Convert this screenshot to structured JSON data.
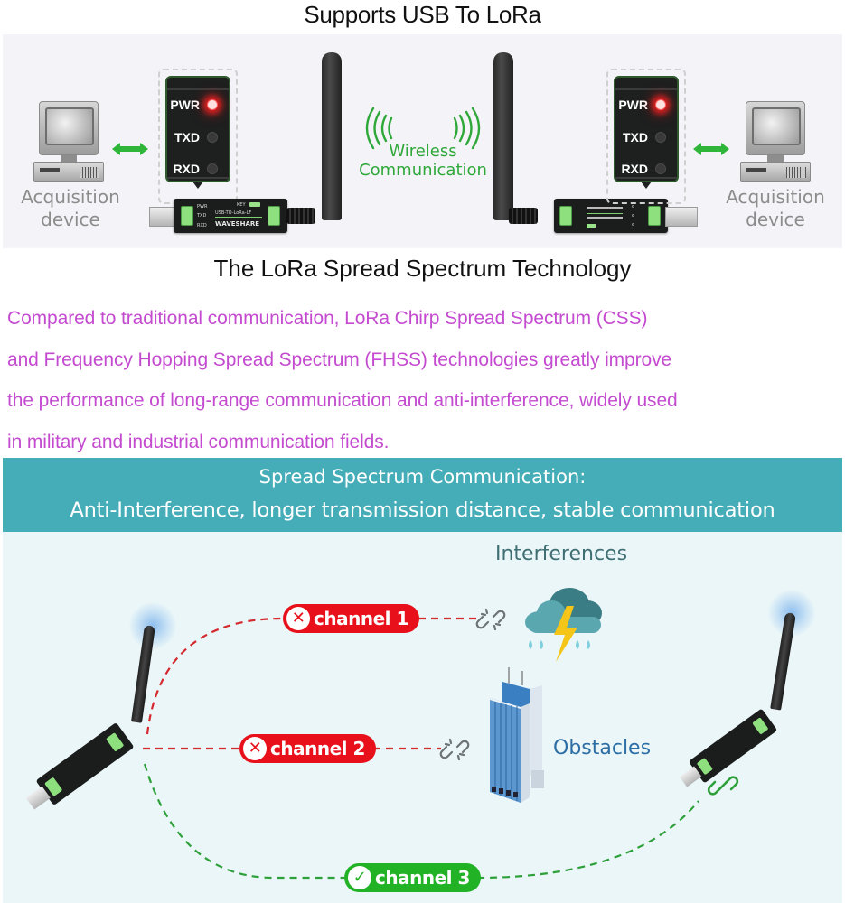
{
  "top_section": {
    "title": "Supports USB To LoRa",
    "left_device": {
      "label_line1": "Acquisition",
      "label_line2": "device",
      "indicators": [
        {
          "label": "PWR",
          "state": "on"
        },
        {
          "label": "TXD",
          "state": "off"
        },
        {
          "label": "RXD",
          "state": "off"
        }
      ],
      "dongle": {
        "model": "USB-TO-LoRa-LF",
        "brand": "WAVESHARE",
        "pin_labels": [
          "PWR",
          "TXD",
          "RXD"
        ],
        "key_label": "KEY"
      }
    },
    "right_device": {
      "label_line1": "Acquisition",
      "label_line2": "device",
      "indicators": [
        {
          "label": "PWR",
          "state": "on"
        },
        {
          "label": "TXD",
          "state": "off"
        },
        {
          "label": "RXD",
          "state": "off"
        }
      ]
    },
    "wireless": {
      "line1": "Wireless",
      "line2": "Communication",
      "icon": "radio-waves-icon"
    }
  },
  "middle_section": {
    "title": "The LoRa Spread Spectrum Technology",
    "paragraph_lines": [
      "Compared to traditional communication, LoRa Chirp Spread Spectrum (CSS)",
      "and Frequency Hopping Spread Spectrum (FHSS) technologies greatly improve",
      "the performance of long-range communication and anti-interference, widely used",
      "in military and industrial communication fields."
    ]
  },
  "banner": {
    "line1": "Spread Spectrum Communication:",
    "line2": "Anti-Interference, longer transmission distance, stable communication"
  },
  "diagram": {
    "channels": [
      {
        "label": "channel 1",
        "status": "blocked",
        "icon": "x-circle-icon",
        "link_icon": "broken-link-icon"
      },
      {
        "label": "channel 2",
        "status": "blocked",
        "icon": "x-circle-icon",
        "link_icon": "broken-link-icon"
      },
      {
        "label": "channel 3",
        "status": "connected",
        "icon": "check-circle-icon",
        "link_icon": "link-icon"
      }
    ],
    "interferences_label": "Interferences",
    "obstacles_label": "Obstacles"
  },
  "colors": {
    "paragraph": "#c44bd0",
    "banner": "#45adb8",
    "diagram_bg": "#eaf6f8",
    "fail": "#e8101a",
    "ok": "#22b226",
    "wireless": "#2fa83a"
  }
}
